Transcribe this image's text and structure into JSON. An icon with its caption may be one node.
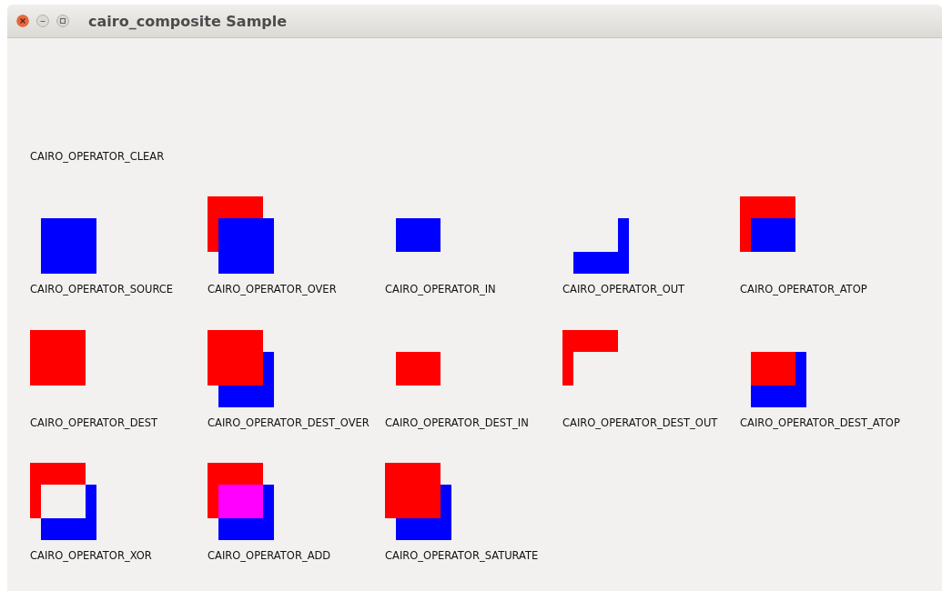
{
  "diagram": {
    "title": "cairo_composite Sample",
    "labels": [
      "CAIRO_OPERATOR_CLEAR",
      "CAIRO_OPERATOR_SOURCE",
      "CAIRO_OPERATOR_OVER",
      "CAIRO_OPERATOR_IN",
      "CAIRO_OPERATOR_OUT",
      "CAIRO_OPERATOR_ATOP",
      "CAIRO_OPERATOR_DEST",
      "CAIRO_OPERATOR_DEST_OVER",
      "CAIRO_OPERATOR_DEST_IN",
      "CAIRO_OPERATOR_DEST_OUT",
      "CAIRO_OPERATOR_DEST_ATOP",
      "CAIRO_OPERATOR_XOR",
      "CAIRO_OPERATOR_ADD",
      "CAIRO_OPERATOR_SATURATE"
    ]
  }
}
